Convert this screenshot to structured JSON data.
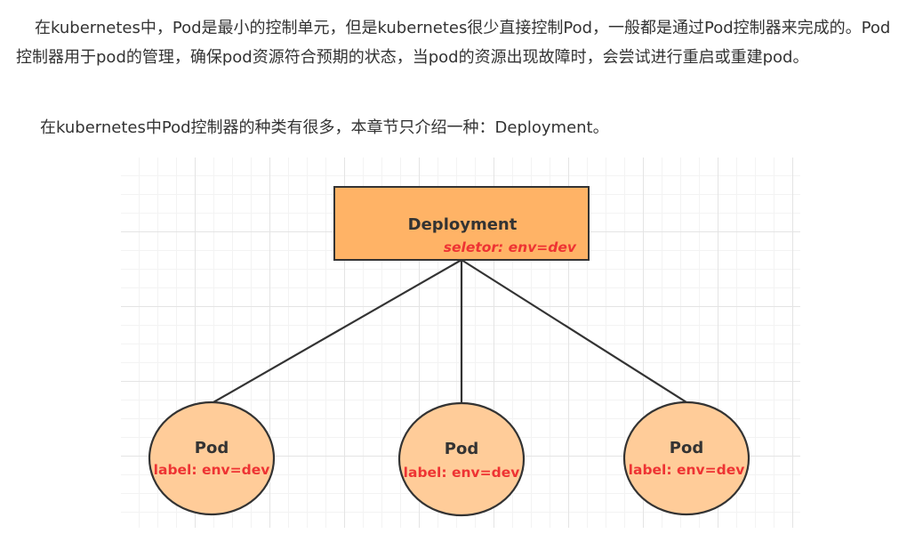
{
  "paragraphs": [
    "在kubernetes中，Pod是最小的控制单元，但是kubernetes很少直接控制Pod，一般都是通过Pod控制器来完成的。Pod控制器用于pod的管理，确保pod资源符合预期的状态，当pod的资源出现故障时，会尝试进行重启或重建pod。",
    "在kubernetes中Pod控制器的种类有很多，本章节只介绍一种：Deployment。"
  ],
  "diagram": {
    "deployment": {
      "title": "Deployment",
      "selector": "seletor:  env=dev"
    },
    "pods": [
      {
        "title": "Pod",
        "label": "label: env=dev"
      },
      {
        "title": "Pod",
        "label": "label: env=dev"
      },
      {
        "title": "Pod",
        "label": "label: env=dev"
      }
    ],
    "colors": {
      "deployment_fill": "#ffb366",
      "pod_fill": "#ffcc99",
      "stroke": "#333333",
      "label": "#ee3333",
      "grid": "#e4e4e4"
    }
  }
}
